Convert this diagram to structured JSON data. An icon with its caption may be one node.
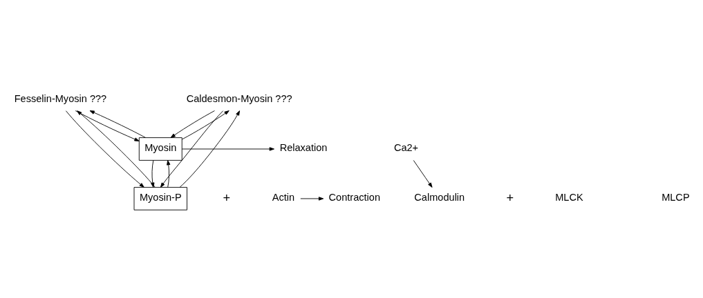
{
  "diagram": {
    "nodes": [
      {
        "text": [
          "Fesselin-Myosin ???"
        ]
      },
      {
        "text": [
          "Caldesmon-Myosin ???"
        ]
      },
      {
        "text": [
          "Ca2+"
        ]
      },
      {
        "text": [
          "Myosin"
        ]
      },
      {
        "text": [
          "Relaxation"
        ]
      },
      {
        "text": [
          "Calmodulin"
        ]
      },
      {
        "text": [
          "MLCK"
        ]
      },
      {
        "text": [
          "MLCP"
        ]
      },
      {
        "text": [
          "Myosin-P"
        ]
      },
      {
        "text": [
          "Actin"
        ]
      },
      {
        "text": [
          "Contraction"
        ]
      }
    ],
    "edges": [
      {
        "from": 0,
        "to": 3,
        "arrow": "to"
      },
      {
        "from": 3,
        "to": 0,
        "arrow": "to"
      },
      {
        "from": 0,
        "to": 8,
        "arrow": "to"
      },
      {
        "from": 8,
        "to": 0,
        "arrow": "to"
      },
      {
        "from": 1,
        "to": 3,
        "arrow": "to"
      },
      {
        "from": 3,
        "to": 1,
        "arrow": "to"
      },
      {
        "from": 1,
        "to": 8,
        "arrow": "to"
      },
      {
        "from": 8,
        "to": 1,
        "arrow": "to"
      },
      {
        "from": 3,
        "to": 4,
        "arrow": "to"
      },
      {
        "from": 2,
        "to": 5,
        "arrow": "to"
      },
      {
        "from": 3,
        "to": 8,
        "arrow": "to"
      },
      {
        "from": 8,
        "to": 3,
        "arrow": "to"
      },
      {
        "from": 9,
        "to": 10,
        "arrow": "to"
      }
    ],
    "labels": [
      "+",
      "+"
    ]
  }
}
